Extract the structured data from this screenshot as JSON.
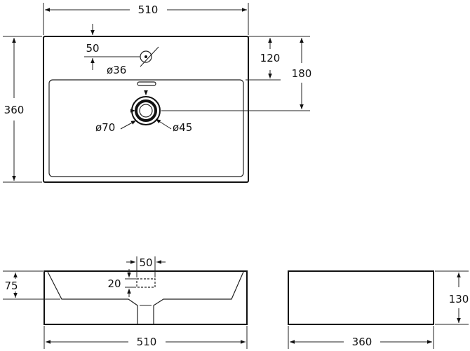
{
  "top_view": {
    "width_label": "510",
    "depth_label": "360",
    "tap_offset_label": "50",
    "tap_hole_label": "ø36",
    "tap_to_drain_label": "120",
    "drain_position_label": "180",
    "drain_outer_label": "ø70",
    "drain_inner_label": "ø45"
  },
  "front_view": {
    "width_label": "510",
    "rim_depth_label": "75",
    "overflow_height_label": "20",
    "overflow_width_label": "50"
  },
  "side_view": {
    "depth_label": "360",
    "height_label": "130"
  }
}
